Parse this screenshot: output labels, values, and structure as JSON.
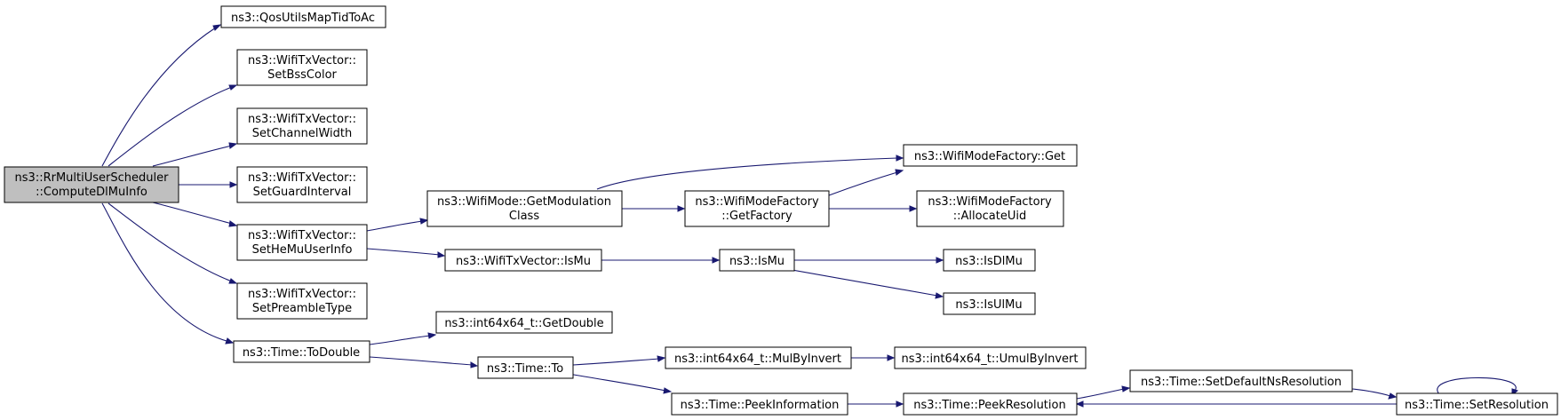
{
  "colors": {
    "edge": "#191970",
    "root_fill": "#bfbfbf",
    "node_fill": "#ffffff",
    "node_border": "#000000"
  },
  "nodes": {
    "root": [
      "ns3::RrMultiUserScheduler",
      "::ComputeDlMuInfo"
    ],
    "qos_utils_map_tid_to_ac": [
      "ns3::QosUtilsMapTidToAc"
    ],
    "set_bss_color": [
      "ns3::WifiTxVector::",
      "SetBssColor"
    ],
    "set_channel_width": [
      "ns3::WifiTxVector::",
      "SetChannelWidth"
    ],
    "set_guard_interval": [
      "ns3::WifiTxVector::",
      "SetGuardInterval"
    ],
    "set_he_mu_user_info": [
      "ns3::WifiTxVector::",
      "SetHeMuUserInfo"
    ],
    "set_preamble_type": [
      "ns3::WifiTxVector::",
      "SetPreambleType"
    ],
    "time_to_double": [
      "ns3::Time::ToDouble"
    ],
    "get_modulation_class": [
      "ns3::WifiMode::GetModulation",
      "Class"
    ],
    "wifi_tx_vector_is_mu": [
      "ns3::WifiTxVector::IsMu"
    ],
    "int64x64_get_double": [
      "ns3::int64x64_t::GetDouble"
    ],
    "time_to": [
      "ns3::Time::To"
    ],
    "wifi_mode_factory_get": [
      "ns3::WifiModeFactory::Get"
    ],
    "wifi_mode_factory_get_factory": [
      "ns3::WifiModeFactory",
      "::GetFactory"
    ],
    "wifi_mode_factory_allocate_uid": [
      "ns3::WifiModeFactory",
      "::AllocateUid"
    ],
    "is_mu": [
      "ns3::IsMu"
    ],
    "is_dl_mu": [
      "ns3::IsDlMu"
    ],
    "is_ul_mu": [
      "ns3::IsUlMu"
    ],
    "int64x64_mul_by_invert": [
      "ns3::int64x64_t::MulByInvert"
    ],
    "int64x64_umul_by_invert": [
      "ns3::int64x64_t::UmulByInvert"
    ],
    "time_peek_information": [
      "ns3::Time::PeekInformation"
    ],
    "time_peek_resolution": [
      "ns3::Time::PeekResolution"
    ],
    "time_set_default_ns_resolution": [
      "ns3::Time::SetDefaultNsResolution"
    ],
    "time_set_resolution": [
      "ns3::Time::SetResolution"
    ]
  }
}
